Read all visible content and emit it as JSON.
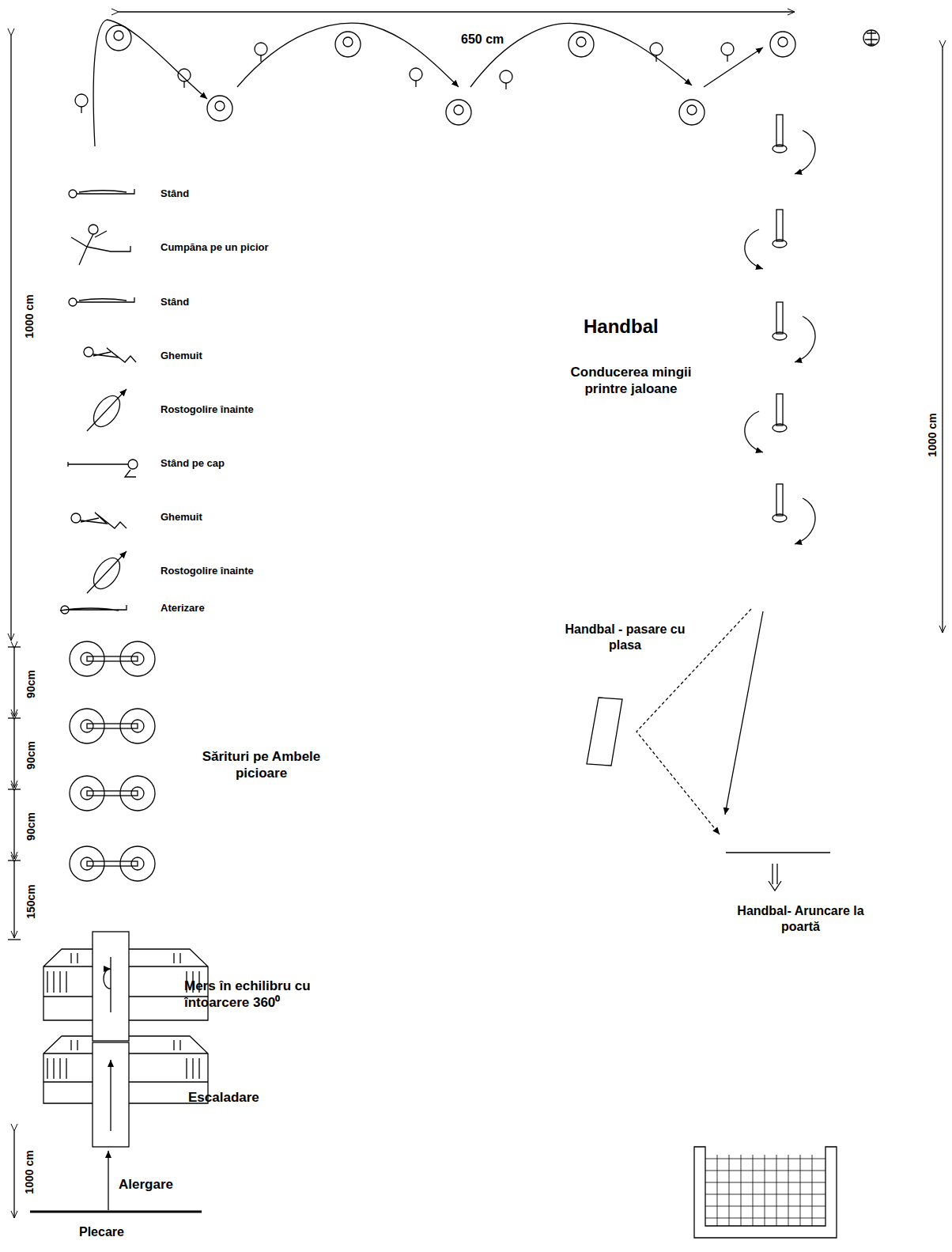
{
  "diagram": {
    "labels": [
      "650 cm",
      "1000 cm",
      "Stând",
      "Cumpăna pe un picior",
      "Stând",
      "Ghemuit",
      "Rostogolire înainte",
      "Stând pe cap",
      "Ghemuit",
      "Rostogolire înainte",
      "Aterizare",
      "90cm",
      "90cm",
      "90cm",
      "150cm",
      "Sărituri pe Ambele picioare",
      "Mers în echilibru cu întoarcere 360⁰",
      "Escaladare",
      "1000 cm",
      "Alergare",
      "Plecare",
      "Handbal",
      "Conducerea mingii printre jaloane",
      "Handbal - pasare cu plasa",
      "Handbal- Aruncare la poartă",
      "1000 cm"
    ]
  }
}
